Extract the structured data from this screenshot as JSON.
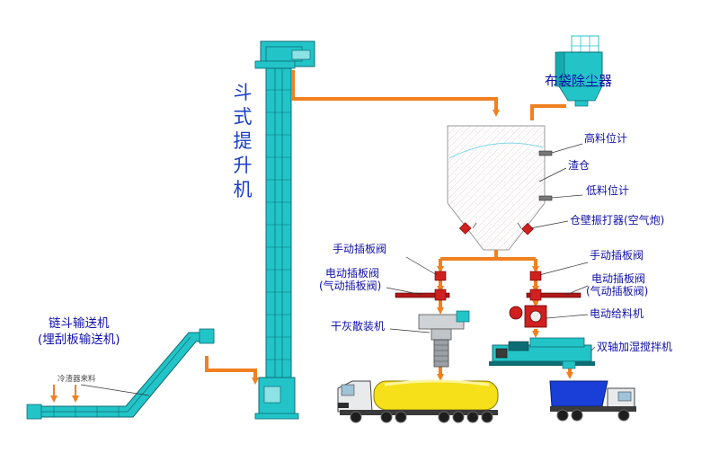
{
  "colors": {
    "equipment": "#22c4c8",
    "equipment_dark": "#0e6d74",
    "flow_arrow": "#f08020",
    "label_text": "#1010a8",
    "valve_red": "#d02020",
    "tanker_yellow": "#f5e01a",
    "dump_blue": "#1a3ed8"
  },
  "labels": {
    "bucket_elevator": "斗式提升机",
    "bag_filter": "布袋除尘器",
    "high_level_meter": "高料位计",
    "slag_bin": "渣仓",
    "low_level_meter": "低料位计",
    "bin_vibrator": "仓壁振打器(空气炮)",
    "manual_gate_valve_left": "手动插板阀",
    "manual_gate_valve_right": "手动插板阀",
    "electric_gate_valve_left_1": "电动插板阀",
    "electric_gate_valve_left_2": "(气动插板阀)",
    "electric_gate_valve_right_1": "电动插板阀",
    "electric_gate_valve_right_2": "(气动插板阀)",
    "dry_ash_loader": "干灰散装机",
    "electric_feeder": "电动给料机",
    "twin_shaft_mixer": "双轴加湿搅拌机",
    "chain_conveyor_1": "链斗输送机",
    "chain_conveyor_2": "(埋刮板输送机)",
    "cooler_feed": "冷渣器来料"
  },
  "icons": [
    "bag-filter-icon",
    "bucket-elevator-icon",
    "slag-bin-icon",
    "gate-valve-icon",
    "dry-ash-loader-icon",
    "rotary-feeder-icon",
    "mixer-icon",
    "tanker-truck-icon",
    "dump-truck-icon",
    "chain-conveyor-icon"
  ]
}
